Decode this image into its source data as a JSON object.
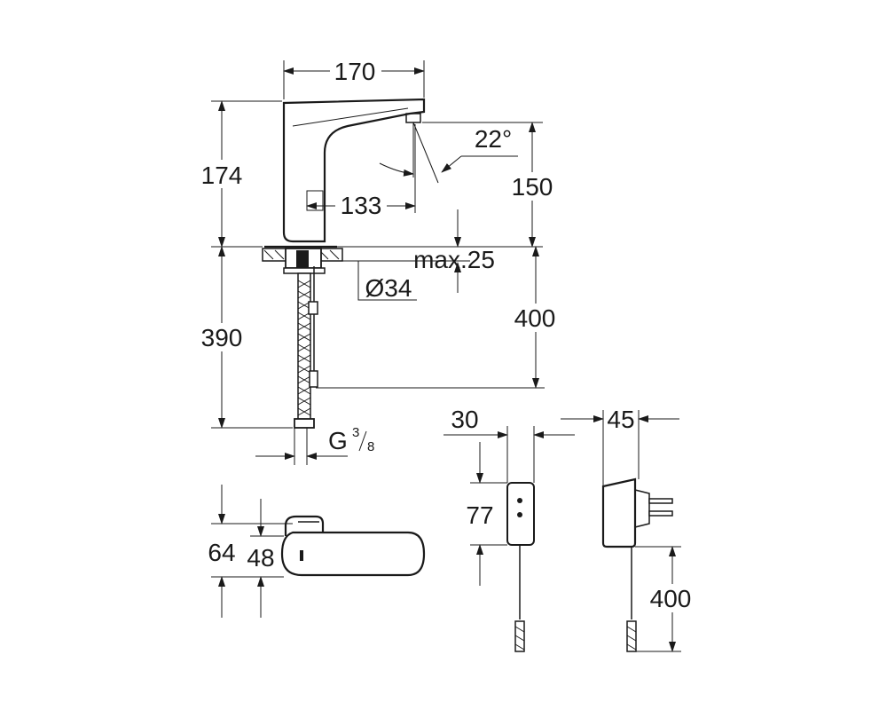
{
  "dimensions": {
    "width_top": "170",
    "height_faucet": "174",
    "spout_reach": "133",
    "spray_angle": "22°",
    "outlet_height": "150",
    "max_deck": "max.25",
    "hole_diameter": "Ø34",
    "hose_length": "390",
    "cable_length_faucet": "400",
    "thread_main": "G",
    "thread_num": "3",
    "thread_den": "8",
    "box_width": "30",
    "box_height": "77",
    "adapter_width": "45",
    "adapter_cable": "400",
    "top_view_outer": "64",
    "top_view_inner": "48"
  }
}
